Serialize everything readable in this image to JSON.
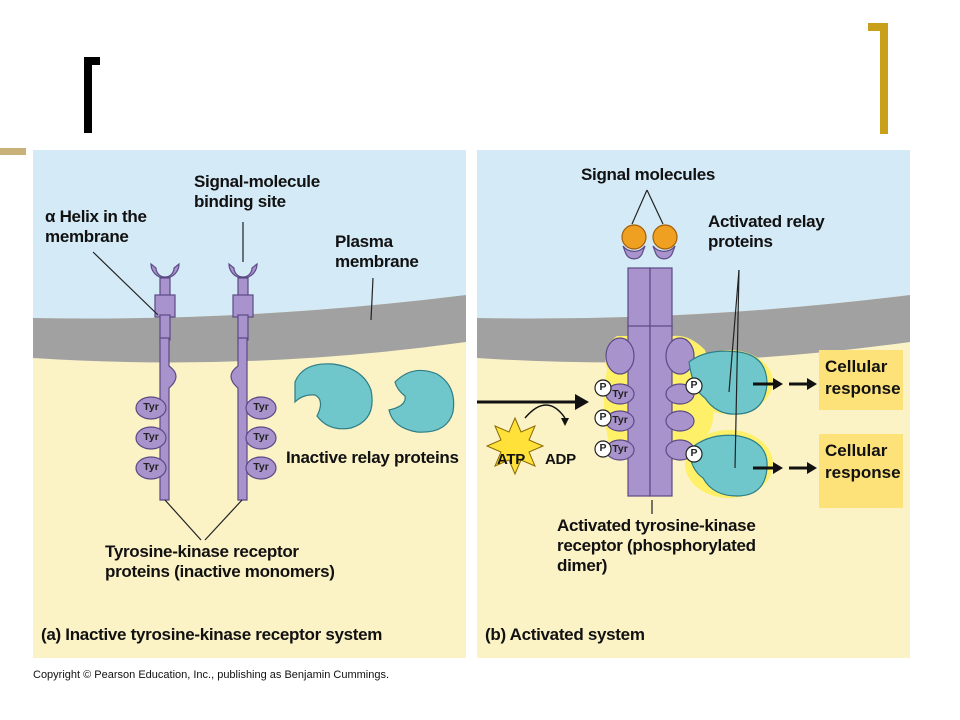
{
  "colors": {
    "extracellular": "#d4eaf7",
    "membrane": "#a1a1a1",
    "cytoplasm": "#fbf2c6",
    "receptor": "#a993cc",
    "receptor_outline": "#5b4a86",
    "relay_protein": "#6fc7cc",
    "signal_molecule": "#f0a020",
    "activation_glow": "#fff06a",
    "response_box": "#fde27a",
    "accent_bracket": "#c9a019"
  },
  "panel_a": {
    "caption": "(a) Inactive tyrosine-kinase receptor system",
    "labels": {
      "alpha_helix": "α Helix in the\nmembrane",
      "binding_site": "Signal-molecule\nbinding site",
      "plasma_membrane": "Plasma\nmembrane",
      "inactive_relay": "Inactive relay proteins",
      "receptor_proteins": "Tyrosine-kinase receptor\nproteins (inactive monomers)"
    },
    "tyr": "Tyr"
  },
  "panel_b": {
    "caption": "(b) Activated system",
    "labels": {
      "signal_molecules": "Signal molecules",
      "activated_relay": "Activated relay\nproteins",
      "atp": "ATP",
      "adp": "ADP",
      "phosphate": "P",
      "activated_receptor": "Activated tyrosine-kinase\nreceptor (phosphorylated\ndimer)",
      "cellular_response_1": "Cellular\nresponse",
      "cellular_response_2": "Cellular\nresponse"
    },
    "tyr": "Tyr"
  },
  "copyright": "Copyright © Pearson Education, Inc., publishing as Benjamin Cummings."
}
